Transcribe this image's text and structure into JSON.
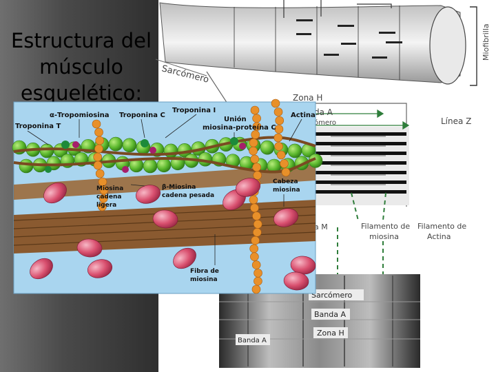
{
  "slide": {
    "title_lines": [
      "Estructura del",
      "músculo",
      "esquelético:"
    ]
  },
  "labels": {
    "myofibril": "Miofibrilla",
    "sarcomere_diag": "Sarcómero",
    "zone_h_top": "Zona H",
    "band_a_partial": "da A",
    "sarcomere_small": "ómero",
    "line_z": "Línea Z",
    "band_m_partial": "a M",
    "myosin_filament": [
      "Filamento de",
      "miosina"
    ],
    "actin_filament": [
      "Filamento de",
      "Actina"
    ],
    "micrograph": {
      "sarcomere": "Sarcómero",
      "band_a_mid": "Banda A",
      "zone_h": "Zona H",
      "band_a_left": "Banda A"
    },
    "proteins": {
      "tropomyosin_a": "α-Tropomiosina",
      "troponin_c": "Troponina C",
      "troponin_i": "Troponina I",
      "troponin_t": "Troponina T",
      "myosin_union": [
        "Unión",
        "miosina-proteína C"
      ],
      "actin": "Actina",
      "myosin_light": [
        "Miosina",
        "cadena",
        "ligera"
      ],
      "myosin_heavy": [
        "β-Miosina",
        "cadena pesada"
      ],
      "myosin_head": [
        "Cabeza",
        "miosina"
      ],
      "myosin_fiber": [
        "Fibra de",
        "miosina"
      ]
    }
  },
  "colors": {
    "actin_green": "#5cb82e",
    "myosin_pink": "#d9506f",
    "tropo_orange": "#e8902a",
    "myosin_fiber": "#8a5a30"
  }
}
